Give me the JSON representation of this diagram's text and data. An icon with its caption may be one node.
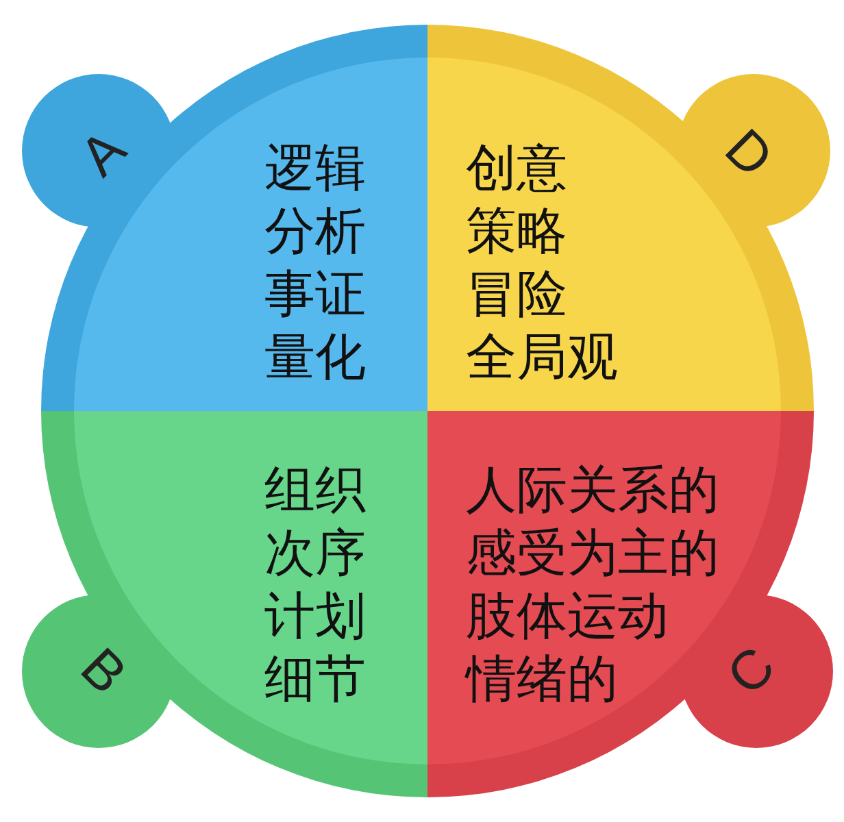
{
  "diagram": {
    "nodes": [
      {
        "text": [
          "A",
          "逻辑",
          "分析",
          "事证",
          "量化"
        ]
      },
      {
        "text": [
          "D",
          "创意",
          "策略",
          "冒险",
          "全局观"
        ]
      },
      {
        "text": [
          "B",
          "组织",
          "次序",
          "计划",
          "细节"
        ]
      },
      {
        "text": [
          "C",
          "人际关系的",
          "感受为主的",
          "肢体运动",
          "情绪的"
        ]
      }
    ]
  }
}
